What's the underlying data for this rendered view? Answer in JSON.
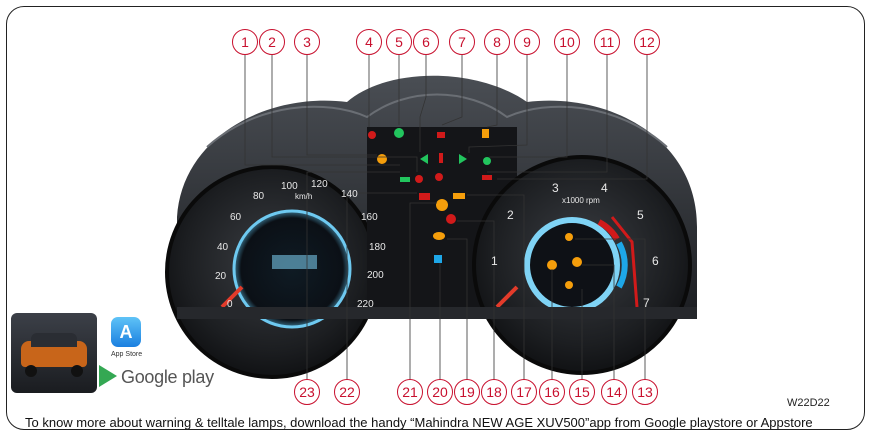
{
  "callouts_top": [
    "1",
    "2",
    "3",
    "4",
    "5",
    "6",
    "7",
    "8",
    "9",
    "10",
    "11",
    "12"
  ],
  "callouts_bottom": [
    "23",
    "22",
    "21",
    "20",
    "19",
    "18",
    "17",
    "16",
    "15",
    "14",
    "13"
  ],
  "speedo": {
    "unit": "km/h",
    "ticks": [
      "0",
      "20",
      "40",
      "60",
      "80",
      "100",
      "120",
      "140",
      "160",
      "180",
      "200",
      "220"
    ]
  },
  "tacho": {
    "unit": "x1000 rpm",
    "ticks": [
      "1",
      "2",
      "3",
      "4",
      "5",
      "6",
      "7"
    ]
  },
  "app_store_label": "App Store",
  "google_play_label": "Google play",
  "figure_code": "W22D22",
  "footer_text": "To know more about warning & telltale lamps, download the handy “Mahindra NEW AGE  XUV500”app from Google playstore or Appstore",
  "colors": {
    "callout": "#c8102e",
    "accent_red": "#d11a1a",
    "lamp_green": "#22c55e",
    "lamp_amber": "#f59e0b",
    "glow_blue": "#4fc3f7"
  }
}
